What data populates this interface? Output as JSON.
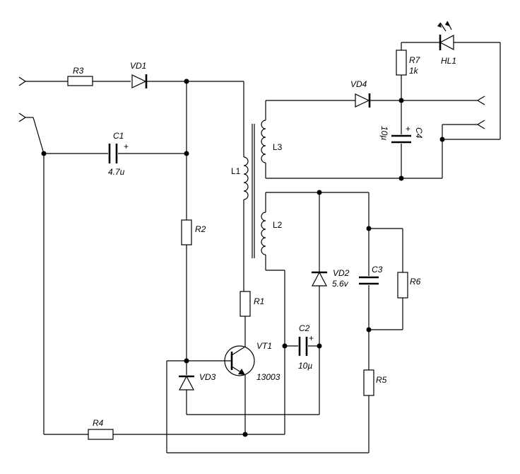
{
  "components": {
    "r3": "R3",
    "vd1": "VD1",
    "c1": "C1",
    "c1_value": "4.7u",
    "r2": "R2",
    "l1": "L1",
    "l2": "L2",
    "l3": "L3",
    "r1": "R1",
    "vt1": "VT1",
    "vt1_part": "13003",
    "c2": "C2",
    "c2_value": "10µ",
    "vd2": "VD2",
    "vd2_value": "5.6v",
    "c3": "C3",
    "r6": "R6",
    "r5": "R5",
    "vd3": "VD3",
    "r4": "R4",
    "vd4": "VD4",
    "r7": "R7",
    "r7_value": "1k",
    "hl1": "HL1",
    "c4": "C4",
    "c4_value": "10µ"
  },
  "marks": {
    "plus": "+"
  }
}
